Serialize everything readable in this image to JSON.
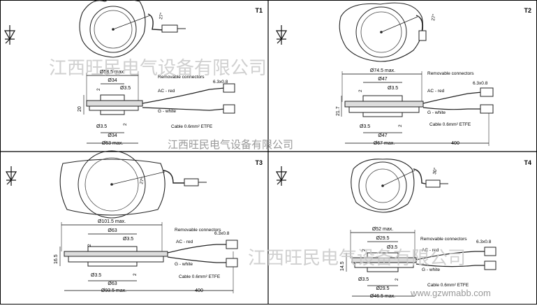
{
  "symbol_icon": "thyristor-symbol-icon",
  "watermark": {
    "text": "江西旺民电气设备有限公司",
    "url": "www.gzwmabb.com",
    "color": "#c8c8c8"
  },
  "panels": {
    "t1": {
      "label": "T1",
      "angle": "27°",
      "d_outer": "Ø58.5 max.",
      "d_top": "Ø34",
      "d_gate": "Ø3.5",
      "d_bot_gate": "Ø3.5",
      "d_bot": "Ø34",
      "d_base": "Ø53 max.",
      "gap_top": "2",
      "gap_bot": "2",
      "height": "20",
      "connectors": "Removable connectors",
      "terminal": "6.3x0.8",
      "ac": "AC - red",
      "g": "G - white",
      "cable": "Cable 0.6mm² ETFE"
    },
    "t2": {
      "label": "T2",
      "angle": "27°",
      "d_outer": "Ø74.5 max.",
      "d_top": "Ø47",
      "d_gate": "Ø3.5",
      "d_bot_gate": "Ø3.5",
      "d_bot": "Ø47",
      "d_base": "Ø67 max.",
      "gap_top": "2",
      "gap_bot": "2",
      "height": "21.7",
      "connectors": "Removable connectors",
      "terminal": "6.3x0.8",
      "ac": "AC - red",
      "g": "G - white",
      "cable": "Cable 0.6mm² ETFE",
      "lead": "400"
    },
    "t3": {
      "label": "T3",
      "angle": "27°",
      "d_outer": "Ø101.5 max.",
      "d_top": "Ø63",
      "d_gate": "Ø3.5",
      "d_bot_gate": "Ø3.5",
      "d_bot": "Ø63",
      "d_base": "Ø93.5 max.",
      "gap_top": "2",
      "gap_bot": "2",
      "height": "16.5",
      "connectors": "Removable connectors",
      "terminal": "6.3x0.8",
      "ac": "AC - red",
      "g": "G - white",
      "cable": "Cable 0.6mm² ETFE",
      "lead": "400"
    },
    "t4": {
      "label": "T4",
      "angle": "30°",
      "d_outer": "Ø52 max.",
      "d_top": "Ø29.5",
      "d_gate": "Ø3.5",
      "d_bot_gate": "Ø3.5",
      "d_bot": "Ø29.5",
      "d_base": "Ø46.5 max.",
      "gap_top": "2",
      "gap_bot": "2",
      "height": "14.5",
      "connectors": "Removable connectors",
      "terminal": "6.3x0.8",
      "ac": "AC - red",
      "g": "G - white",
      "cable": "Cable 0.6mm² ETFE"
    }
  }
}
